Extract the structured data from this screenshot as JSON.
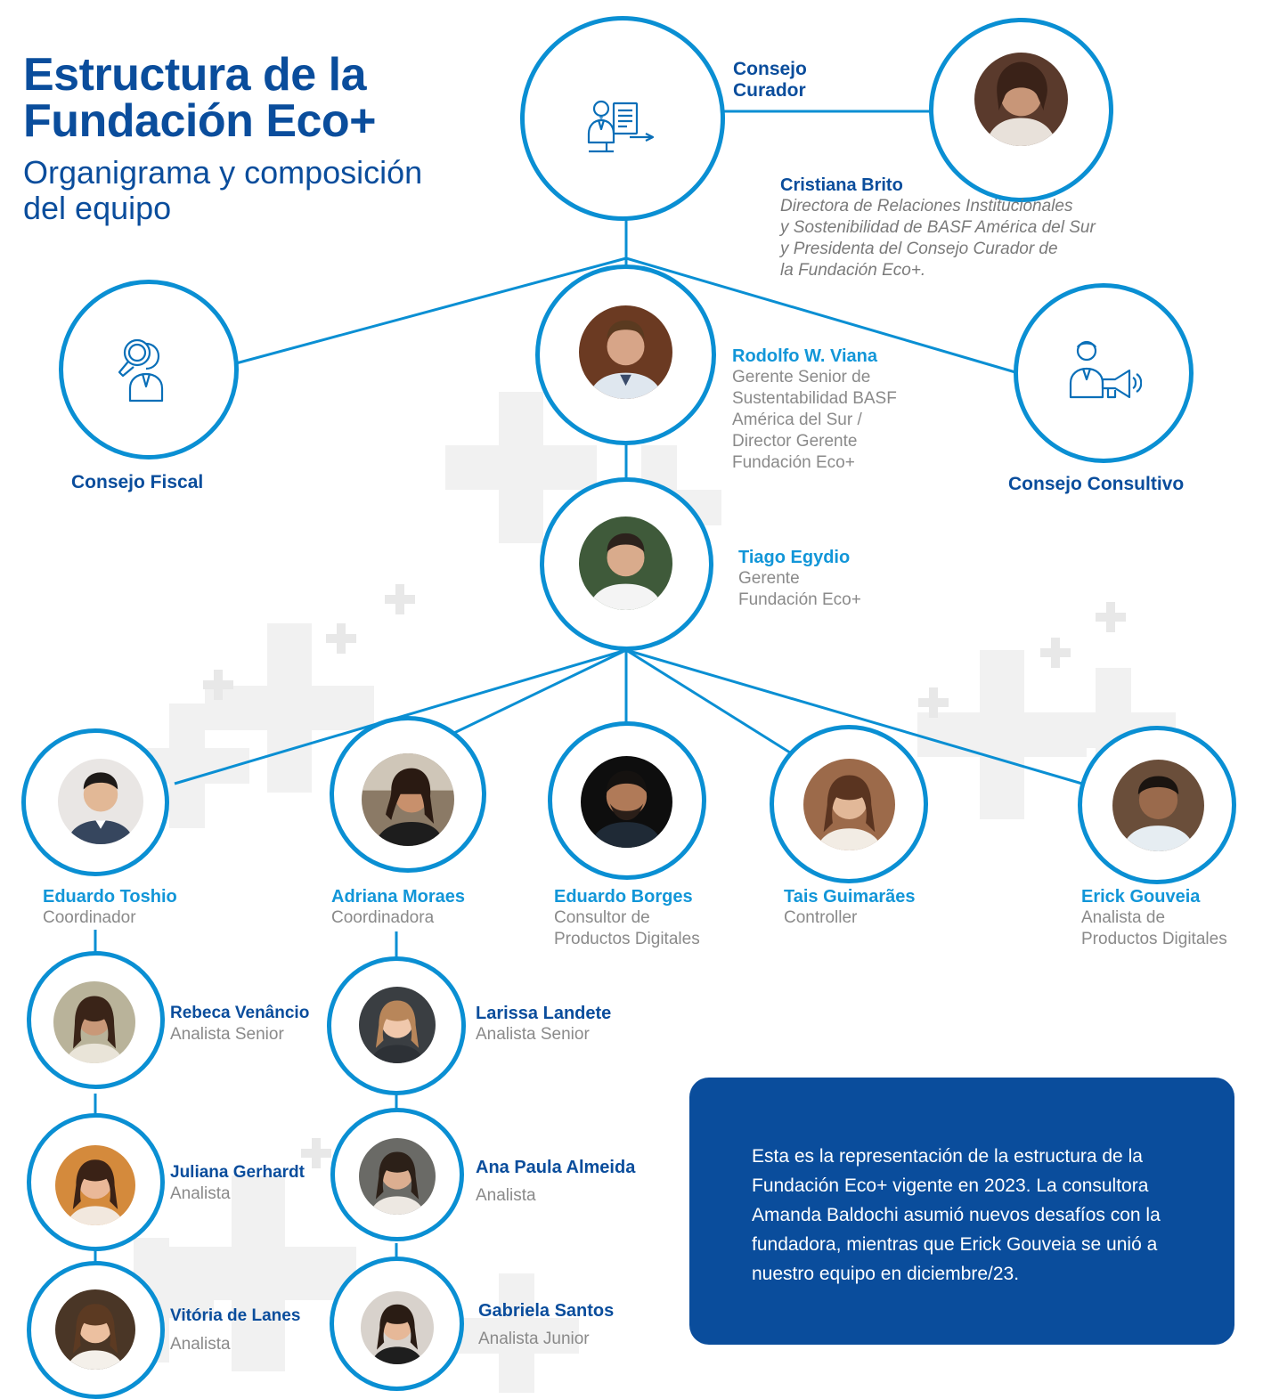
{
  "header": {
    "title_line1": "Estructura de la",
    "title_line2": "Fundación Eco+",
    "subtitle_line1": "Organigrama y composición",
    "subtitle_line2": "del equipo"
  },
  "colors": {
    "ring": "#0a8fd3",
    "dark_blue": "#0a4d9c",
    "light_blue": "#1296d8",
    "role_gray": "#8a8a8a",
    "note_bg": "#0a4d9c"
  },
  "boards": {
    "curador_line1": "Consejo",
    "curador_line2": "Curador",
    "fiscal": "Consejo Fiscal",
    "consultivo": "Consejo Consultivo",
    "curador_icon": "people-document-icon",
    "fiscal_icon": "magnifier-person-icon",
    "consultivo_icon": "person-megaphone-icon"
  },
  "people": {
    "cristiana": {
      "name": "Cristiana Brito",
      "role": [
        "Directora de Relaciones Institucionales",
        "y Sostenibilidad de BASF América del Sur",
        "y Presidenta del Consejo Curador de",
        "la Fundación Eco+."
      ]
    },
    "rodolfo": {
      "name": "Rodolfo W. Viana",
      "role": [
        "Gerente Senior de",
        "Sustentabilidad BASF",
        "América del Sur /",
        "Director Gerente",
        "Fundación Eco+"
      ]
    },
    "tiago": {
      "name": "Tiago Egydio",
      "role": [
        "Gerente",
        "Fundación Eco+"
      ]
    },
    "toshio": {
      "name": "Eduardo Toshio",
      "role": [
        "Coordinador"
      ]
    },
    "adriana": {
      "name": "Adriana Moraes",
      "role": [
        "Coordinadora"
      ]
    },
    "borges": {
      "name": "Eduardo Borges",
      "role": [
        "Consultor de",
        "Productos Digitales"
      ]
    },
    "tais": {
      "name": "Tais Guimarães",
      "role": [
        "Controller"
      ]
    },
    "erick": {
      "name": "Erick Gouveia",
      "role": [
        "Analista de",
        "Productos Digitales"
      ]
    },
    "rebeca": {
      "name": "Rebeca Venâncio",
      "role": [
        "Analista Senior"
      ]
    },
    "juliana": {
      "name": "Juliana Gerhardt",
      "role": [
        "Analista"
      ]
    },
    "vitoria": {
      "name": "Vitória de Lanes",
      "role": [
        "Analista"
      ]
    },
    "larissa": {
      "name": "Larissa Landete",
      "role": [
        "Analista Senior"
      ]
    },
    "anapaula": {
      "name": "Ana Paula Almeida",
      "role": [
        "Analista"
      ]
    },
    "gabriela": {
      "name": "Gabriela Santos",
      "role": [
        "Analista Junior"
      ]
    }
  },
  "note": {
    "lines": [
      "Esta es la representación de la estructura de la",
      "Fundación Eco+ vigente en 2023. La consultora",
      "Amanda Baldochi asumió nuevos desafíos con la",
      "fundadora, mientras que Erick Gouveia se unió a",
      "nuestro equipo en diciembre/23."
    ]
  }
}
